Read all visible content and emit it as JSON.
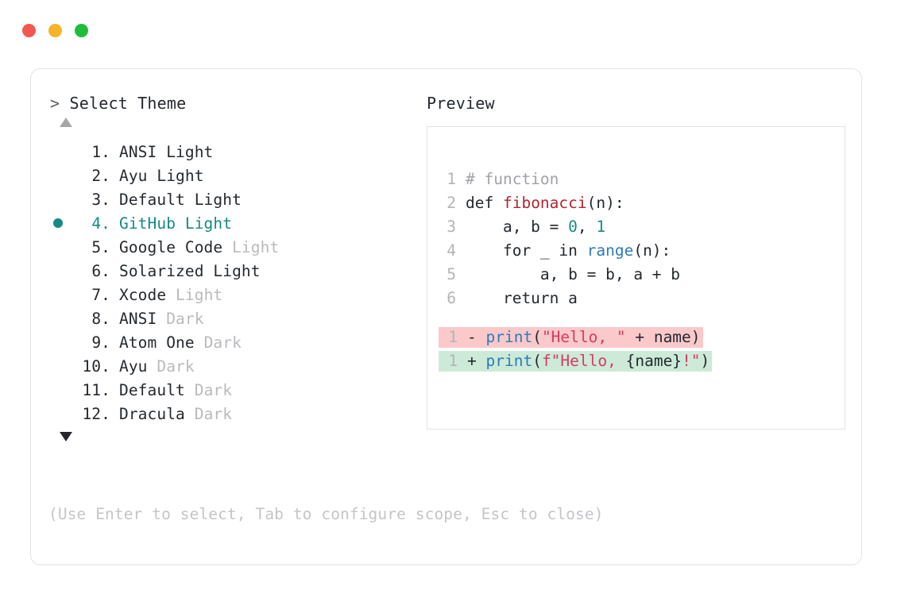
{
  "window": {
    "traffic_lights": [
      {
        "name": "close-button",
        "color": "#f4574e"
      },
      {
        "name": "minimize-button",
        "color": "#f6b427"
      },
      {
        "name": "maximize-button",
        "color": "#1fbd3c"
      }
    ]
  },
  "left": {
    "prompt_symbol": ">",
    "title": "Select Theme",
    "scroll_up_icon": "triangle-up",
    "scroll_down_icon": "triangle-down",
    "selected_index": 4,
    "accent_color": "#148b82",
    "items": [
      {
        "number": "1.",
        "name": "ANSI Light",
        "variant": "",
        "selected": false
      },
      {
        "number": "2.",
        "name": "Ayu Light",
        "variant": "",
        "selected": false
      },
      {
        "number": "3.",
        "name": "Default Light",
        "variant": "",
        "selected": false
      },
      {
        "number": "4.",
        "name": "GitHub Light",
        "variant": "",
        "selected": true
      },
      {
        "number": "5.",
        "name": "Google Code",
        "variant": "Light",
        "selected": false
      },
      {
        "number": "6.",
        "name": "Solarized Light",
        "variant": "",
        "selected": false
      },
      {
        "number": "7.",
        "name": "Xcode",
        "variant": "Light",
        "selected": false
      },
      {
        "number": "8.",
        "name": "ANSI",
        "variant": "Dark",
        "selected": false
      },
      {
        "number": "9.",
        "name": "Atom One",
        "variant": "Dark",
        "selected": false
      },
      {
        "number": "10.",
        "name": "Ayu",
        "variant": "Dark",
        "selected": false
      },
      {
        "number": "11.",
        "name": "Default",
        "variant": "Dark",
        "selected": false
      },
      {
        "number": "12.",
        "name": "Dracula",
        "variant": "Dark",
        "selected": false
      }
    ]
  },
  "right": {
    "title": "Preview",
    "code_lines": [
      {
        "num": "1",
        "tokens": [
          {
            "t": "# function",
            "c": "comment"
          }
        ]
      },
      {
        "num": "2",
        "tokens": [
          {
            "t": "def ",
            "c": "keyword"
          },
          {
            "t": "fibonacci",
            "c": "func"
          },
          {
            "t": "(n):",
            "c": "punct"
          }
        ]
      },
      {
        "num": "3",
        "tokens": [
          {
            "t": "    a, b = ",
            "c": "punct"
          },
          {
            "t": "0",
            "c": "num"
          },
          {
            "t": ", ",
            "c": "punct"
          },
          {
            "t": "1",
            "c": "num"
          }
        ]
      },
      {
        "num": "4",
        "tokens": [
          {
            "t": "    for _ in ",
            "c": "keyword"
          },
          {
            "t": "range",
            "c": "builtin"
          },
          {
            "t": "(n):",
            "c": "punct"
          }
        ]
      },
      {
        "num": "5",
        "tokens": [
          {
            "t": "        a, b = b, a + b",
            "c": "punct"
          }
        ]
      },
      {
        "num": "6",
        "tokens": [
          {
            "t": "    return a",
            "c": "keyword"
          }
        ]
      }
    ],
    "diff_lines": [
      {
        "num": "1",
        "sign": "-",
        "kind": "removed",
        "bg": "#fbc9ca",
        "tokens": [
          {
            "t": "print",
            "c": "builtin"
          },
          {
            "t": "(",
            "c": "punct"
          },
          {
            "t": "\"Hello, \"",
            "c": "str"
          },
          {
            "t": " + name)",
            "c": "punct"
          }
        ]
      },
      {
        "num": "1",
        "sign": "+",
        "kind": "added",
        "bg": "#cdead9",
        "tokens": [
          {
            "t": "print",
            "c": "builtin"
          },
          {
            "t": "(",
            "c": "punct"
          },
          {
            "t": "f\"Hello, ",
            "c": "str"
          },
          {
            "t": "{name}",
            "c": "punct"
          },
          {
            "t": "!\"",
            "c": "str"
          },
          {
            "t": ")",
            "c": "punct"
          }
        ]
      }
    ]
  },
  "footer": {
    "hint": "(Use Enter to select, Tab to configure scope, Esc to close)"
  }
}
